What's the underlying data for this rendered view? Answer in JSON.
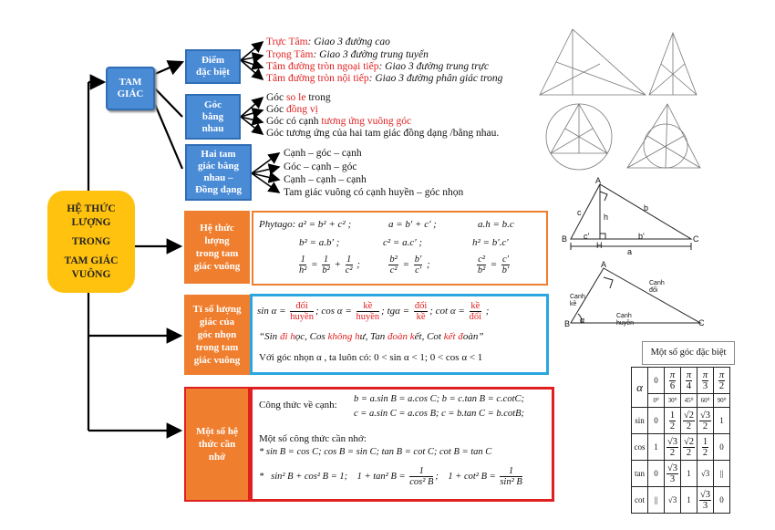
{
  "root": {
    "lines": [
      "HỆ THỨC",
      "LƯỢNG",
      "TRONG",
      "TAM GIÁC",
      "VUÔNG"
    ]
  },
  "tamgiac": {
    "lines": [
      "TAM",
      "GIÁC"
    ]
  },
  "diem": {
    "lines": [
      "Điểm",
      "đặc biệt"
    ],
    "items": [
      {
        "red": "Trực Tâm",
        "rest": ": Giao 3 đường cao"
      },
      {
        "red": "Trọng Tâm",
        "rest": ": Giao 3 đường trung tuyến"
      },
      {
        "red": "Tâm đường tròn ngoại tiếp",
        "rest": ": Giao 3 đường trung trực"
      },
      {
        "red": "Tâm đường tròn nội tiếp",
        "rest": ": Giao 3 đường phân giác trong"
      }
    ]
  },
  "goc": {
    "lines": [
      "Góc",
      "bằng",
      "nhau"
    ],
    "items": [
      {
        "pre": "Góc ",
        "red": "so le",
        "post": " trong"
      },
      {
        "pre": "Góc ",
        "red": "đồng vị",
        "post": ""
      },
      {
        "pre": "Góc có cạnh ",
        "red": "tương ứng vuông góc",
        "post": ""
      },
      {
        "pre": "Góc tương ứng của hai tam giác đồng dạng /bằng nhau.",
        "red": "",
        "post": ""
      }
    ]
  },
  "hai": {
    "lines": [
      "Hai tam",
      "giác bằng",
      "nhau –",
      "Đồng dạng"
    ],
    "items": [
      "Cạnh – góc – cạnh",
      "Góc – cạnh – góc",
      "Cạnh – cạnh – cạnh",
      "Tam giác vuông có cạnh huyền – góc nhọn"
    ]
  },
  "hethuc": {
    "lines": [
      "Hệ thức",
      "lượng",
      "trong tam",
      "giác vuông"
    ],
    "r1": [
      "Phytago: a² = b² + c²   ;",
      "a = b' + c'   ;",
      "a.h = b.c"
    ],
    "r2": [
      "b² = a.b'   ;",
      "c² = a.c'   ;",
      "h² = b'.c'"
    ]
  },
  "tiso": {
    "lines": [
      "Tỉ số lượng",
      "giác của",
      "góc nhọn",
      "trong tam",
      "giác vuông"
    ],
    "quote": [
      "“Sin ",
      "đi h",
      "ọc, Cos ",
      "không h",
      "ư, Tan ",
      "đoàn k",
      "ết, Cot ",
      "kết đ",
      "oàn”"
    ],
    "acute": "Với góc nhọn  α , ta luôn có:  0 < sin α < 1;  0 < cos α < 1"
  },
  "motso": {
    "lines": [
      "Một số hệ",
      "thức cần",
      "nhớ"
    ],
    "canh_label": "Công thức về cạnh:",
    "canh1": "b = a.sin B = a.cos C;      b = c.tan B = c.cotC;",
    "canh2": "c = a.sin C = a.cos B;      c = b.tan C = b.cotB;",
    "nho": "Một số công thức cần nhớ:",
    "s1": "*   sin B = cos C;     cos B = sin C;     tan B = cot C;     cot B = tan C"
  },
  "triangle1": {
    "A": "A",
    "B": "B",
    "C": "C",
    "H": "H",
    "b": "b",
    "c": "c",
    "h": "h",
    "bp": "b'",
    "cp": "c'",
    "a": "a"
  },
  "triangle2": {
    "A": "A",
    "B": "B",
    "C": "C",
    "alpha": "α",
    "ke": "Cạnh kề",
    "doi": "Cạnh đối",
    "huyen": "Cạnh huyền"
  },
  "special": {
    "title": "Một số góc đặc biệt"
  }
}
